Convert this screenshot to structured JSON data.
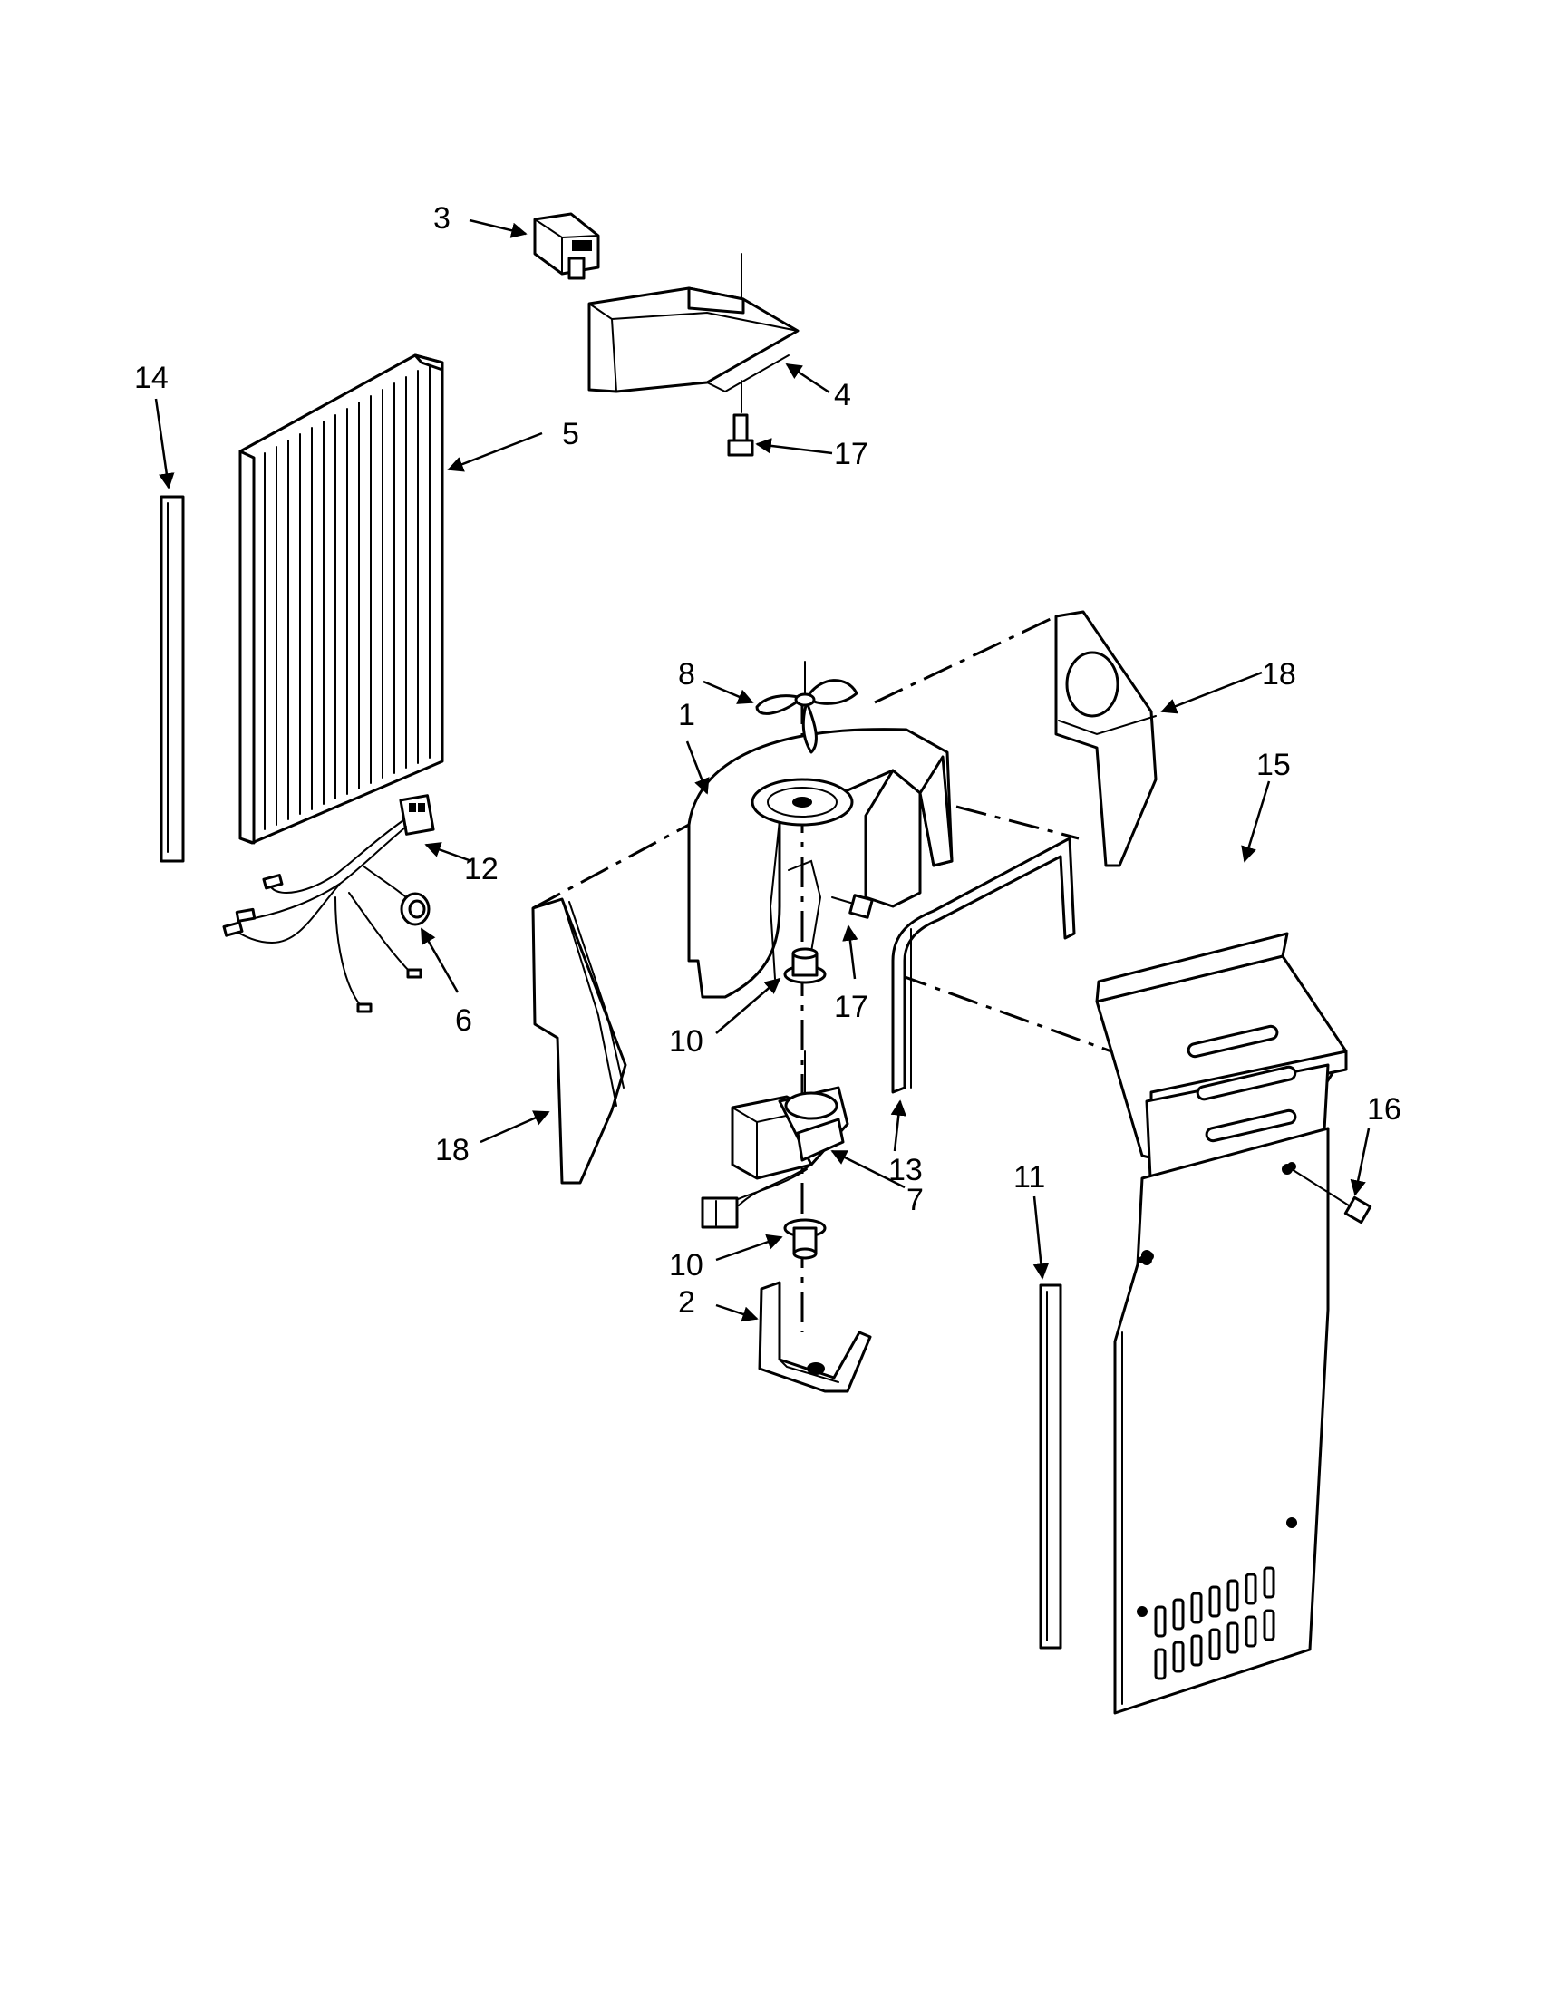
{
  "diagram": {
    "callouts": [
      {
        "id": "c1",
        "text": "1"
      },
      {
        "id": "c2",
        "text": "2"
      },
      {
        "id": "c3",
        "text": "3"
      },
      {
        "id": "c4",
        "text": "4"
      },
      {
        "id": "c5",
        "text": "5"
      },
      {
        "id": "c6",
        "text": "6"
      },
      {
        "id": "c7",
        "text": "7"
      },
      {
        "id": "c8",
        "text": "8"
      },
      {
        "id": "c10a",
        "text": "10"
      },
      {
        "id": "c10b",
        "text": "10"
      },
      {
        "id": "c11",
        "text": "11"
      },
      {
        "id": "c12",
        "text": "12"
      },
      {
        "id": "c13",
        "text": "13"
      },
      {
        "id": "c14",
        "text": "14"
      },
      {
        "id": "c15",
        "text": "15"
      },
      {
        "id": "c16",
        "text": "16"
      },
      {
        "id": "c17a",
        "text": "17"
      },
      {
        "id": "c17b",
        "text": "17"
      },
      {
        "id": "c18a",
        "text": "18"
      },
      {
        "id": "c18b",
        "text": "18"
      }
    ]
  }
}
